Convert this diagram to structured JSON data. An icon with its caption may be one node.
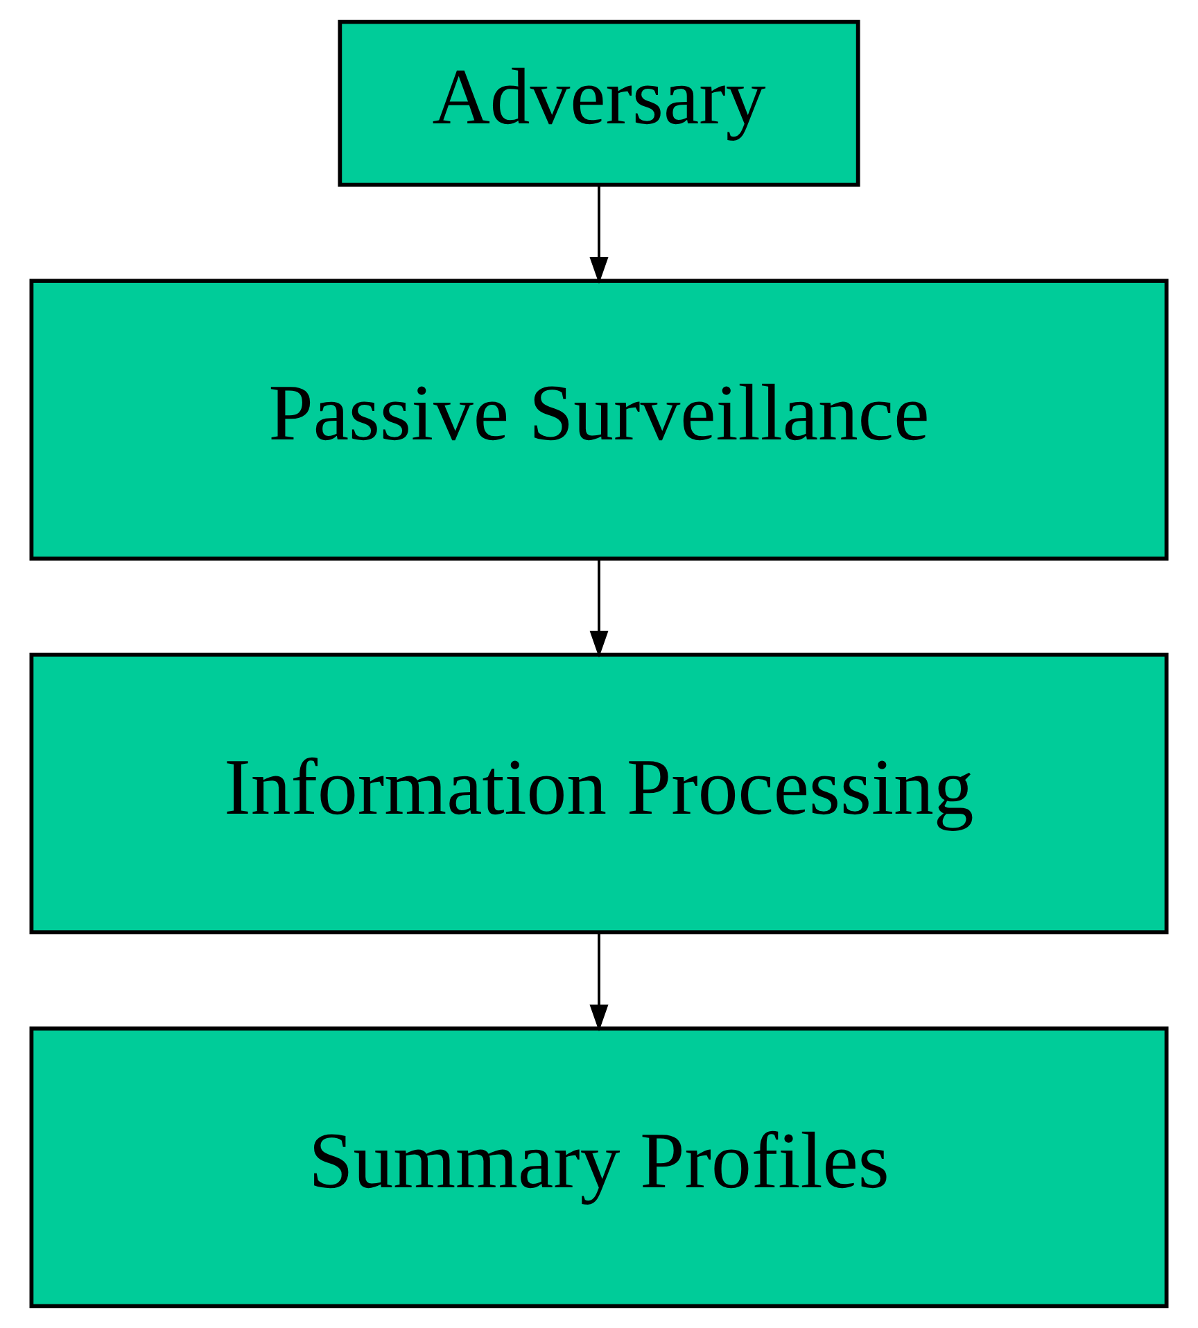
{
  "diagram": {
    "nodes": [
      {
        "text": [
          "Adversary"
        ]
      },
      {
        "text": [
          "Passive Surveillance"
        ]
      },
      {
        "text": [
          "Information Processing"
        ]
      },
      {
        "text": [
          "Summary Profiles"
        ]
      }
    ],
    "edges": [
      {
        "from": 0,
        "to": 1,
        "arrow": "to"
      },
      {
        "from": 1,
        "to": 2,
        "arrow": "to"
      },
      {
        "from": 2,
        "to": 3,
        "arrow": "to"
      }
    ]
  }
}
